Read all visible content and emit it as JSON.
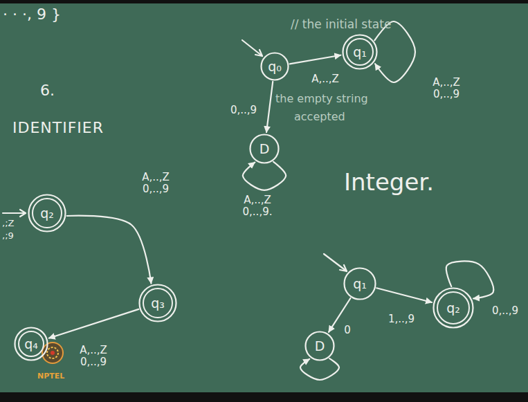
{
  "diagram": {
    "nodes": [
      {
        "text": [
          "q₀"
        ]
      },
      {
        "text": [
          "q₁"
        ]
      },
      {
        "text": [
          "D"
        ]
      },
      {
        "text": [
          "q₂"
        ]
      },
      {
        "text": [
          "q₃"
        ]
      },
      {
        "text": [
          "q₄"
        ]
      },
      {
        "text": [
          "q₁"
        ]
      },
      {
        "text": [
          "q₂"
        ]
      },
      {
        "text": [
          "D"
        ]
      }
    ],
    "edges": [
      {
        "from": 0,
        "to": 1,
        "arrow": "to",
        "label": "A,..,Z"
      },
      {
        "from": 1,
        "to": 1,
        "arrow": "to",
        "label": "A,..,Z 0,..,9"
      },
      {
        "from": 0,
        "to": 2,
        "arrow": "to",
        "label": "0,..,9"
      },
      {
        "from": 2,
        "to": 2,
        "arrow": "to",
        "label": "A,..,Z 0,..,9."
      },
      {
        "from": 3,
        "to": 4,
        "arrow": "to",
        "label": "A,..,Z 0,..,9"
      },
      {
        "from": 4,
        "to": 5,
        "arrow": "to",
        "label": "A,..,Z 0,..,9"
      },
      {
        "from": 6,
        "to": 7,
        "arrow": "to",
        "label": "1,..,9"
      },
      {
        "from": 7,
        "to": 7,
        "arrow": "to",
        "label": "0,..,9"
      },
      {
        "from": 6,
        "to": 8,
        "arrow": "to",
        "label": "0"
      },
      {
        "from": 8,
        "to": 8,
        "arrow": "to"
      }
    ],
    "labels": [
      "· · ·, 9 }",
      "6.",
      "IDENTIFIER",
      "// the initial state",
      "the empty string",
      "accepted",
      "Integer.",
      ",;Z",
      ",;9",
      "NPTEL"
    ]
  }
}
